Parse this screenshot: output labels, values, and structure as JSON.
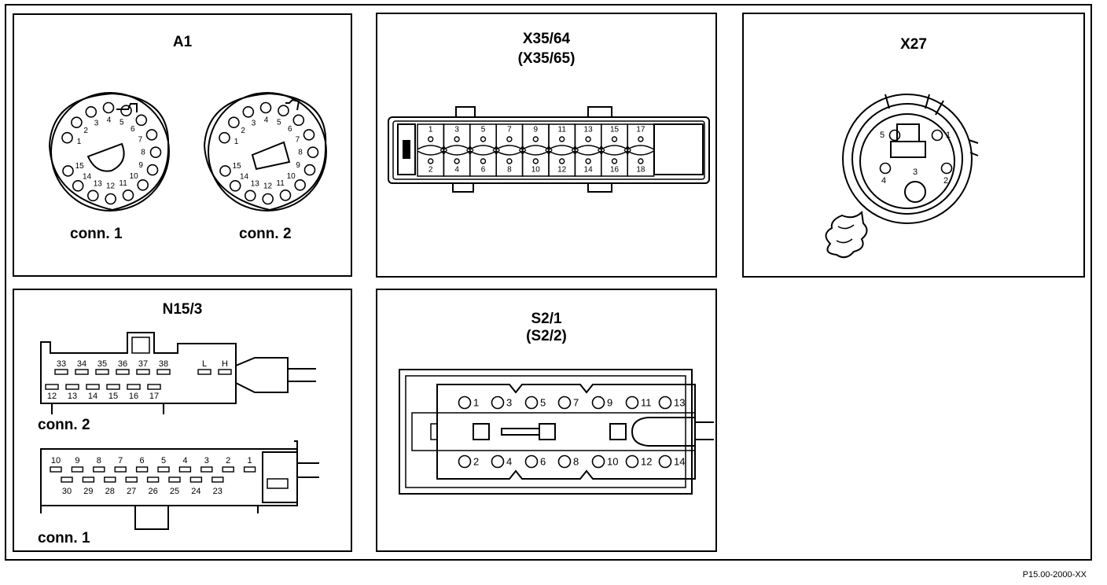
{
  "reference_code": "P15.00-2000-XX",
  "panels": {
    "a1": {
      "title": "A1",
      "conn1_label": "conn. 1",
      "conn2_label": "conn. 2",
      "conn1_pins": [
        "1",
        "2",
        "3",
        "4",
        "5",
        "6",
        "7",
        "8",
        "9",
        "10",
        "11",
        "12",
        "13",
        "14",
        "15"
      ],
      "conn2_pins": [
        "1",
        "2",
        "3",
        "4",
        "5",
        "6",
        "7",
        "8",
        "9",
        "10",
        "11",
        "12",
        "13",
        "14",
        "15"
      ]
    },
    "x35": {
      "title": "X35/64",
      "subtitle": "(X35/65)",
      "top_pins": [
        "1",
        "3",
        "5",
        "7",
        "9",
        "11",
        "13",
        "15",
        "17"
      ],
      "bottom_pins": [
        "2",
        "4",
        "6",
        "8",
        "10",
        "12",
        "14",
        "16",
        "18"
      ]
    },
    "x27": {
      "title": "X27",
      "pins": [
        "1",
        "2",
        "3",
        "4",
        "5"
      ]
    },
    "n15": {
      "title": "N15/3",
      "conn2_label": "conn. 2",
      "conn1_label": "conn. 1",
      "conn2_top_pins": [
        "33",
        "34",
        "35",
        "36",
        "37",
        "38"
      ],
      "conn2_lh_pins": [
        "L",
        "H"
      ],
      "conn2_bottom_pins": [
        "12",
        "13",
        "14",
        "15",
        "16",
        "17"
      ],
      "conn1_top_pins": [
        "10",
        "9",
        "8",
        "7",
        "6",
        "5",
        "4",
        "3",
        "2",
        "1"
      ],
      "conn1_bottom_pins": [
        "30",
        "29",
        "28",
        "27",
        "26",
        "25",
        "24",
        "23"
      ]
    },
    "s2": {
      "title": "S2/1",
      "subtitle": "(S2/2)",
      "top_pins": [
        "1",
        "3",
        "5",
        "7",
        "9",
        "11",
        "13"
      ],
      "bottom_pins": [
        "2",
        "4",
        "6",
        "8",
        "10",
        "12",
        "14"
      ]
    }
  }
}
